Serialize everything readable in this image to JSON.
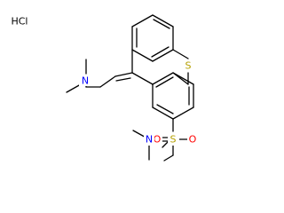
{
  "molecule": {
    "salt_label": "HCl",
    "atoms": {
      "n_amine": "N",
      "s_ring": "S",
      "s_sulfonyl": "S",
      "o_upper": "O",
      "o_lower": "O",
      "n_sulfonamide": "N"
    }
  },
  "colors": {
    "bond": "#000000",
    "nitrogen": "#0000ff",
    "sulfur": "#b5a000",
    "oxygen": "#ff0000",
    "chloride": "#000000"
  }
}
